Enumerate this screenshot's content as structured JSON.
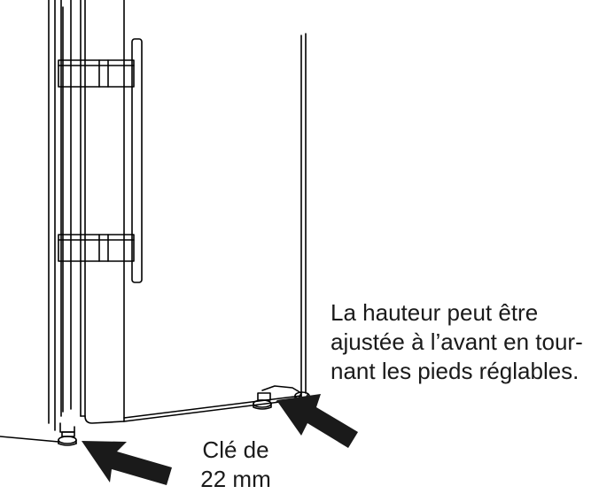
{
  "captions": {
    "main": {
      "lines": [
        "La hauteur peut être",
        "ajustée à l’avant en tour-",
        "nant les pieds réglables."
      ]
    },
    "wrench": {
      "lines": [
        "Clé de",
        "22 mm"
      ]
    }
  },
  "colors": {
    "line": "#000000",
    "arrow": "#1a1a1a",
    "background": "#ffffff"
  }
}
